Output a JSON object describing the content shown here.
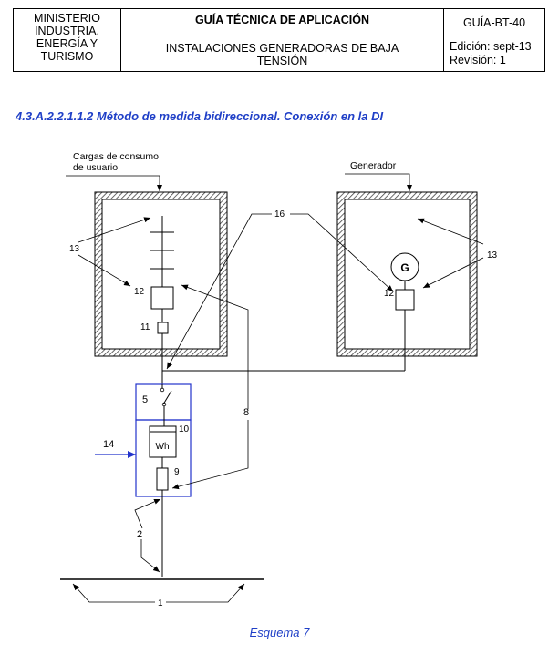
{
  "header": {
    "ministry_lines": [
      "MINISTERIO",
      "INDUSTRIA,",
      "ENERGÍA Y",
      "TURISMO"
    ],
    "title": "GUÍA TÉCNICA DE APLICACIÓN",
    "subtitle_lines": [
      "INSTALACIONES GENERADORAS DE BAJA",
      "TENSIÓN"
    ],
    "code": "GUÍA-BT-40",
    "edition": "Edición: sept-13",
    "revision": "Revisión: 1"
  },
  "section_title": "4.3.A.2.2.1.1.2 Método de medida bidireccional. Conexión en la DI",
  "diagram": {
    "label_loads_lines": [
      "Cargas de consumo",
      "de usuario"
    ],
    "label_generator": "Generador",
    "generator_symbol": "G",
    "meter_symbol": "Wh",
    "num_13_left": "13",
    "num_13_right": "13",
    "num_16": "16",
    "num_12_left": "12",
    "num_12_right": "12",
    "num_11": "11",
    "num_5": "5",
    "num_10": "10",
    "num_14": "14",
    "num_8": "8",
    "num_9": "9",
    "num_2": "2",
    "num_1": "1"
  },
  "caption": "Esquema 7"
}
